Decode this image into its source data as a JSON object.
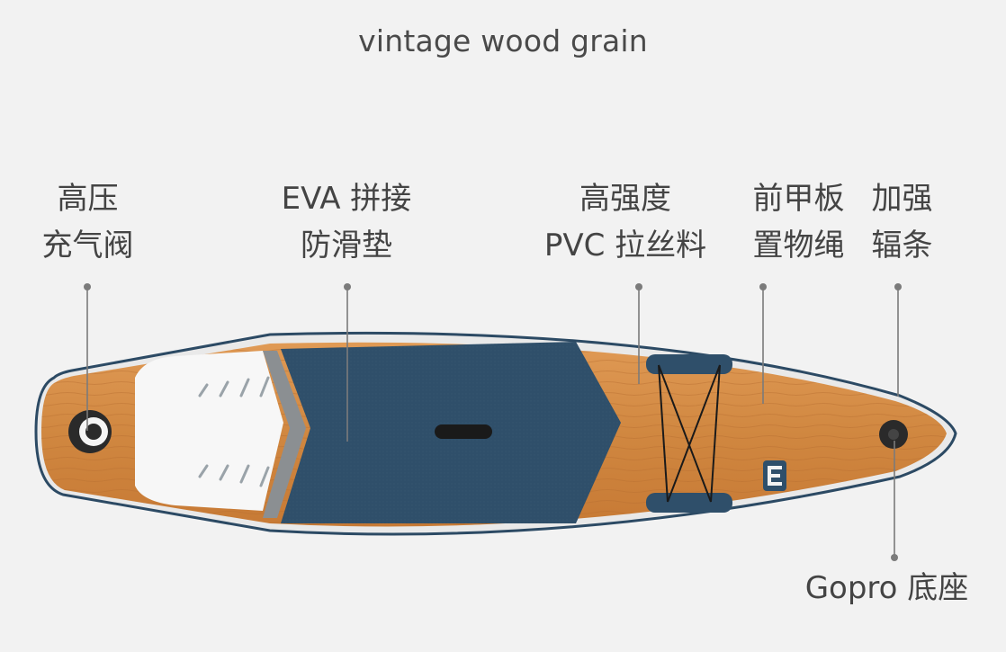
{
  "title": "vintage wood grain",
  "labels": {
    "valve": [
      "高压",
      "充气阀"
    ],
    "eva": [
      "EVA 拼接",
      "防滑垫"
    ],
    "pvc": [
      "高强度",
      "PVC 拉丝料"
    ],
    "bungee": [
      "前甲板",
      "置物绳"
    ],
    "rib": [
      "加强",
      "辐条"
    ],
    "gopro": "Gopro 底座"
  },
  "colors": {
    "background": "#f2f2f2",
    "wood": "#d58a44",
    "navy": "#2f4f6a",
    "white_pad": "#f7f7f7",
    "callout": "#7b7b7b",
    "text": "#444444"
  }
}
